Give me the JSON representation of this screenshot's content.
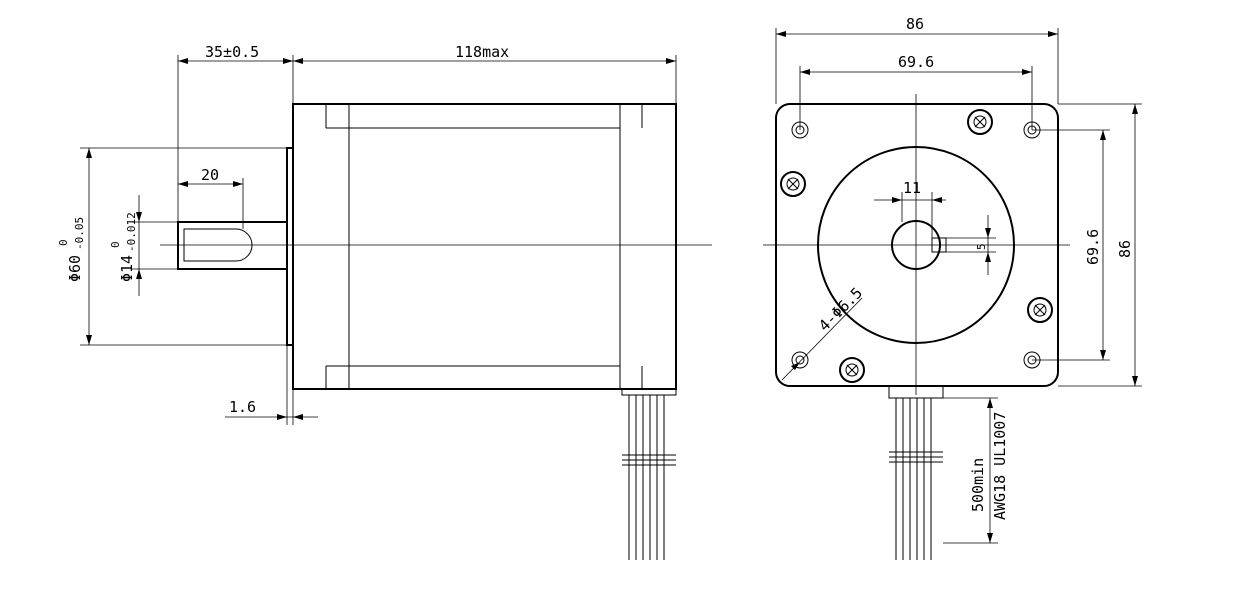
{
  "side_view": {
    "shaft_length": "35±0.5",
    "body_length": "118max",
    "key_length": "20",
    "flange_dia": "Φ60",
    "flange_tol_upper": "0",
    "flange_tol_lower": "-0.05",
    "shaft_dia": "Φ14",
    "shaft_tol_upper": "0",
    "shaft_tol_lower": "-0.012",
    "boss_height": "1.6"
  },
  "front_view": {
    "overall_width": "86",
    "hole_spacing_h": "69.6",
    "hole_spacing_v": "69.6",
    "overall_height": "86",
    "flat_width": "11",
    "flat_depth": "5",
    "mount_holes": "4-Φ6.5",
    "lead_length": "500min",
    "wire_spec": "AWG18 UL1007"
  },
  "colors": {
    "line": "#000000",
    "background": "#ffffff"
  }
}
